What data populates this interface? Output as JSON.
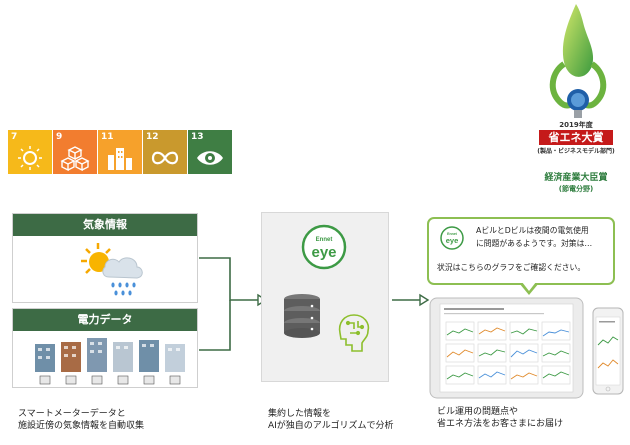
{
  "sdg_tiles": [
    {
      "number": "7",
      "color": "#f6b91a",
      "icon": "sun-icon"
    },
    {
      "number": "9",
      "color": "#f27d2f",
      "icon": "cubes-icon"
    },
    {
      "number": "11",
      "color": "#f6a12b",
      "icon": "city-buildings-icon"
    },
    {
      "number": "12",
      "color": "#c9992d",
      "icon": "infinity-loop-icon"
    },
    {
      "number": "13",
      "color": "#3f7e44",
      "icon": "eye-icon"
    }
  ],
  "award": {
    "year": "2019年度",
    "title": "省エネ大賞",
    "category": "(製品・ビジネスモデル部門)",
    "minister": "経済産業大臣賞",
    "field": "(節電分野)"
  },
  "weather": {
    "header": "気象情報"
  },
  "power": {
    "header": "電力データ"
  },
  "center": {
    "logo_top": "Ennet",
    "logo_main": "eye"
  },
  "bubble": {
    "logo_top": "Ennet",
    "logo_main": "eye",
    "line1": "AビルとDビルは夜間の電気使用",
    "line2": "に問題があるようです。対策は…",
    "line3": "状況はこちらのグラフをご確認ください。"
  },
  "captions": {
    "left_1": "スマートメーターデータと",
    "left_2": "施設近傍の気象情報を自動収集",
    "middle_1": "集約した情報を",
    "middle_2": "AIが独自のアルゴリズムで分析",
    "right_1": "ビル運用の問題点や",
    "right_2": "省エネ方法をお客さまにお届け"
  },
  "colors": {
    "panel_header": "#3d6b45",
    "arrow": "#3d6b45",
    "bubble_border": "#8dbf52",
    "award_red": "#c51a1a",
    "award_green": "#2e7d3e"
  }
}
